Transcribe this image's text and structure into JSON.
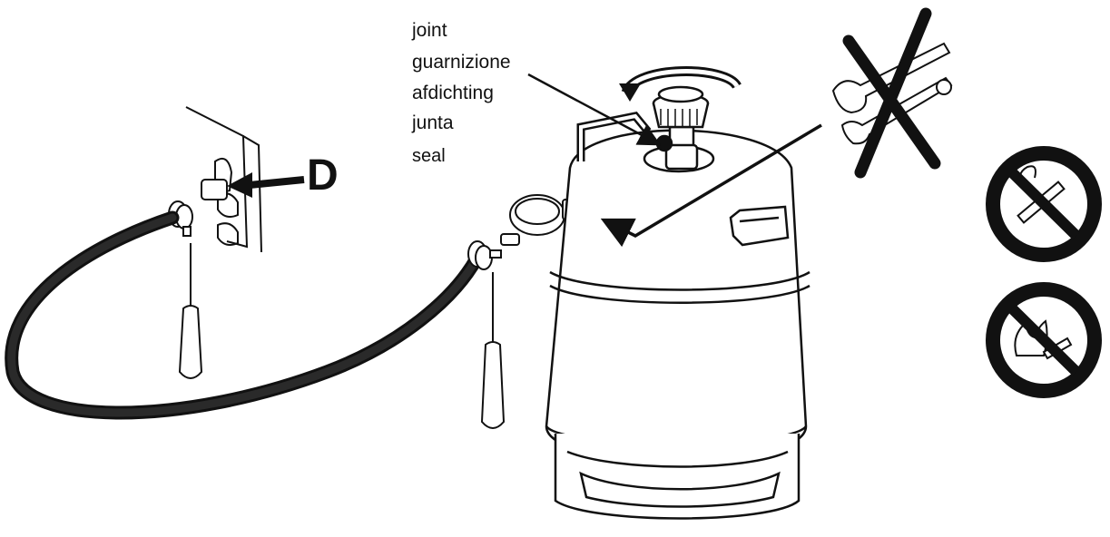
{
  "seal_labels": [
    "joint",
    "guarnizione",
    "afdichting",
    "junta",
    "seal"
  ],
  "connection_callout": "D",
  "icons": {
    "no_tools": "crossed-out-wrench-and-pliers-icon",
    "no_smoking": "no-smoking-icon",
    "no_open_flame": "no-open-flame-icon"
  },
  "colors": {
    "ink": "#111111",
    "background": "#ffffff"
  }
}
